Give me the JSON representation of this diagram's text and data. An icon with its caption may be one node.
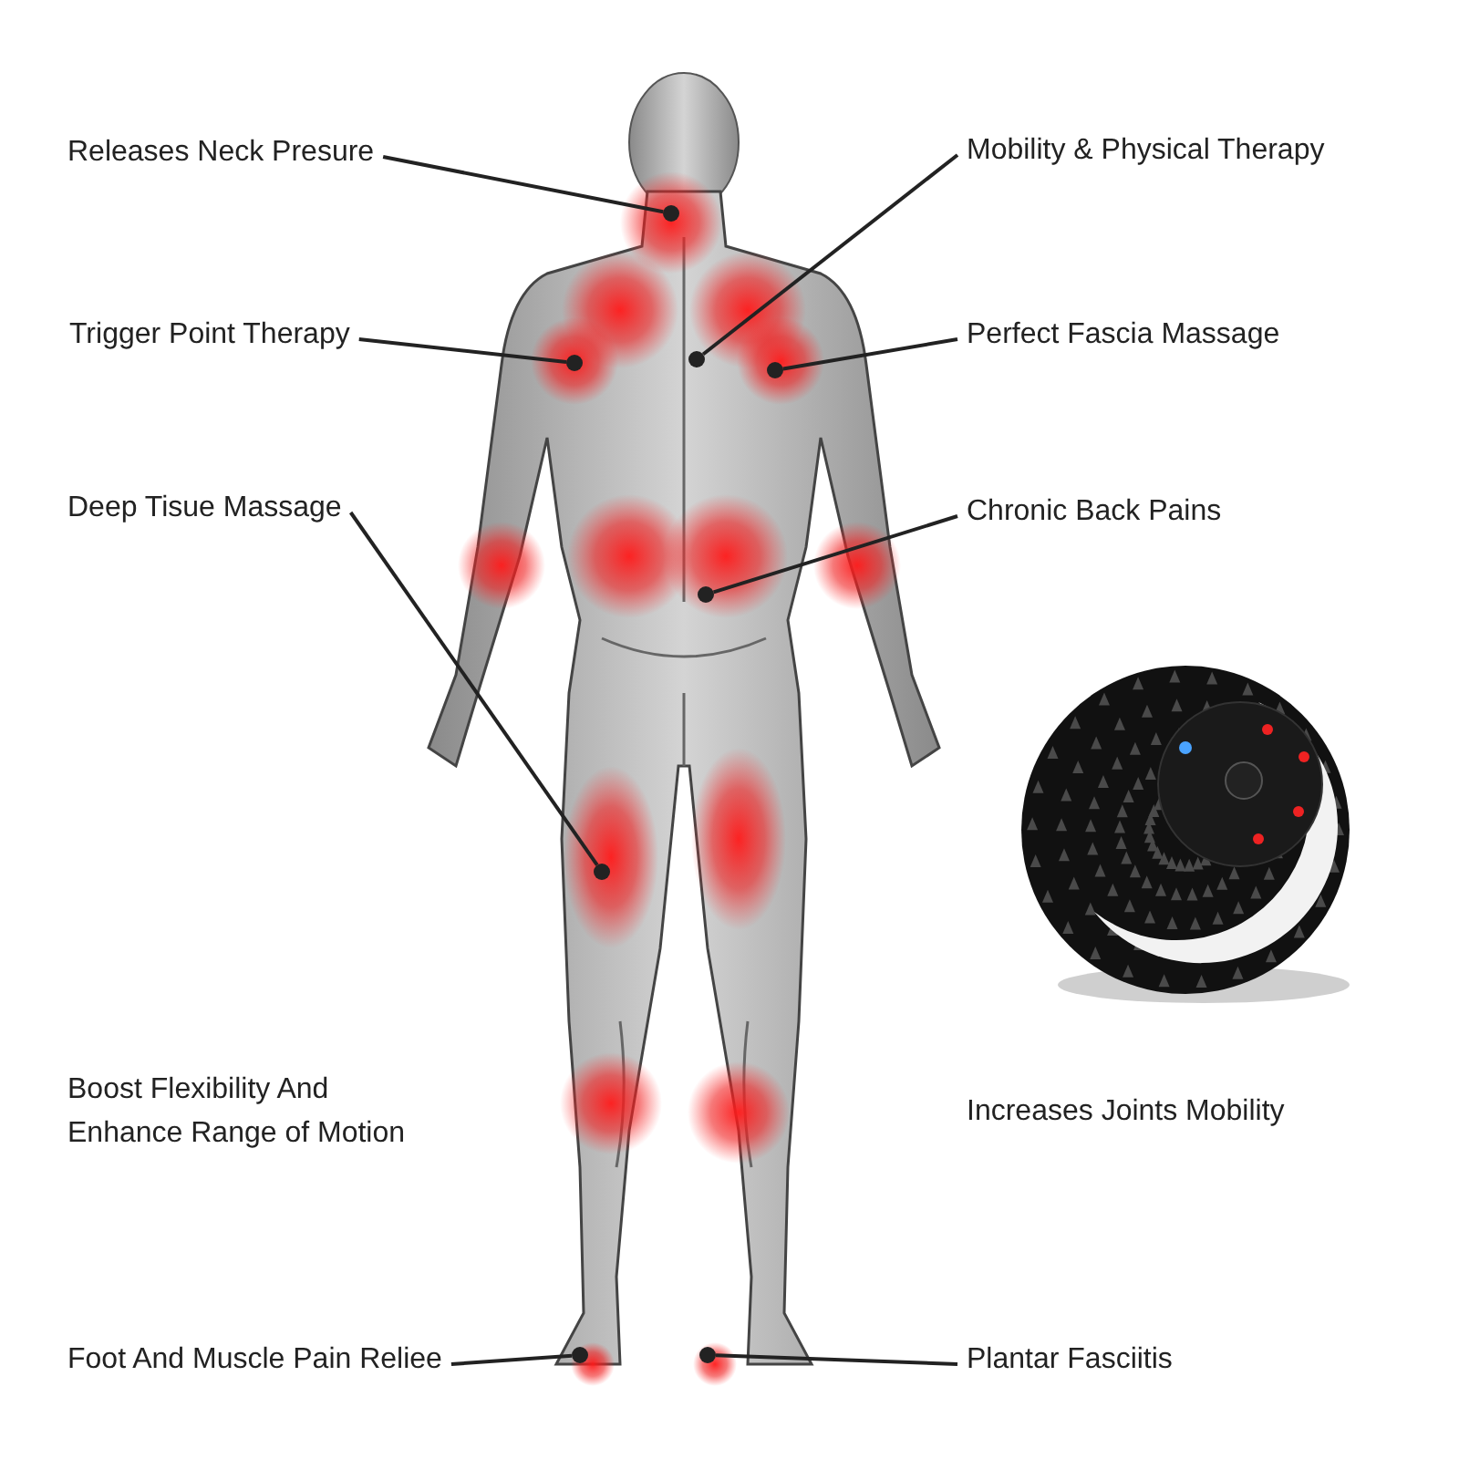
{
  "diagram": {
    "nodes": [
      {
        "text": [
          "Releases Neck Presure"
        ]
      },
      {
        "text": [],
        "shape": "circle"
      },
      {
        "text": [
          "Mobility & Physical Therapy"
        ]
      },
      {
        "text": [],
        "shape": "circle"
      },
      {
        "text": [
          "Trigger Point Therapy"
        ]
      },
      {
        "text": [],
        "shape": "circle"
      },
      {
        "text": [
          "Perfect Fascia Massage"
        ]
      },
      {
        "text": [],
        "shape": "circle"
      },
      {
        "text": [
          "Deep Tisue Massage"
        ]
      },
      {
        "text": [],
        "shape": "circle"
      },
      {
        "text": [
          "Chronic Back Pains"
        ]
      },
      {
        "text": [],
        "shape": "circle"
      },
      {
        "text": [
          "Foot And Muscle Pain Reliee"
        ]
      },
      {
        "text": [],
        "shape": "circle"
      },
      {
        "text": [
          "Plantar Fasciitis"
        ]
      },
      {
        "text": [],
        "shape": "circle"
      }
    ],
    "edges": [
      {
        "from": 0,
        "to": 1,
        "arrow": "none"
      },
      {
        "from": 2,
        "to": 3,
        "arrow": "none"
      },
      {
        "from": 4,
        "to": 5,
        "arrow": "none"
      },
      {
        "from": 6,
        "to": 7,
        "arrow": "none"
      },
      {
        "from": 8,
        "to": 9,
        "arrow": "none"
      },
      {
        "from": 10,
        "to": 11,
        "arrow": "none"
      },
      {
        "from": 12,
        "to": 13,
        "arrow": "none"
      },
      {
        "from": 14,
        "to": 15,
        "arrow": "none"
      }
    ],
    "labels": [
      "Boost Flexibility And Enhance Range of Motion",
      "Increases Joints Mobility"
    ]
  }
}
